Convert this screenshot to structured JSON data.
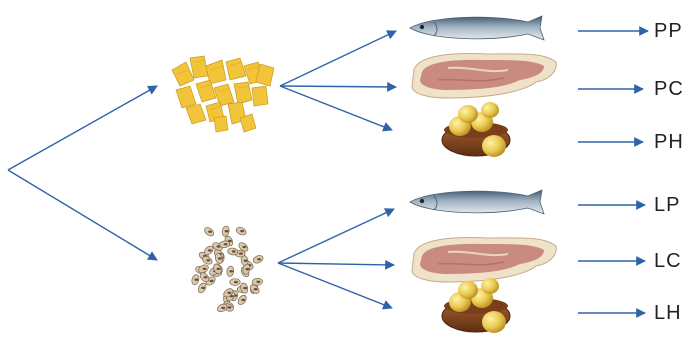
{
  "outcomes": [
    {
      "label": "PP"
    },
    {
      "label": "PC"
    },
    {
      "label": "PH"
    },
    {
      "label": "LP"
    },
    {
      "label": "LC"
    },
    {
      "label": "LH"
    }
  ],
  "colors": {
    "arrow": "#2f63a8",
    "text": "#222222",
    "pasta": "#f2c43a",
    "beans": "#c9b79a",
    "fish": "#7f95a8",
    "meat": "#c98b7f",
    "eggs": "#e8c64d",
    "basket": "#8b4a22"
  },
  "icons": {
    "pasta": "pasta-icon",
    "beans": "beans-icon",
    "fish": "fish-icon",
    "meat": "meat-icon",
    "eggs": "eggs-basket-icon"
  }
}
